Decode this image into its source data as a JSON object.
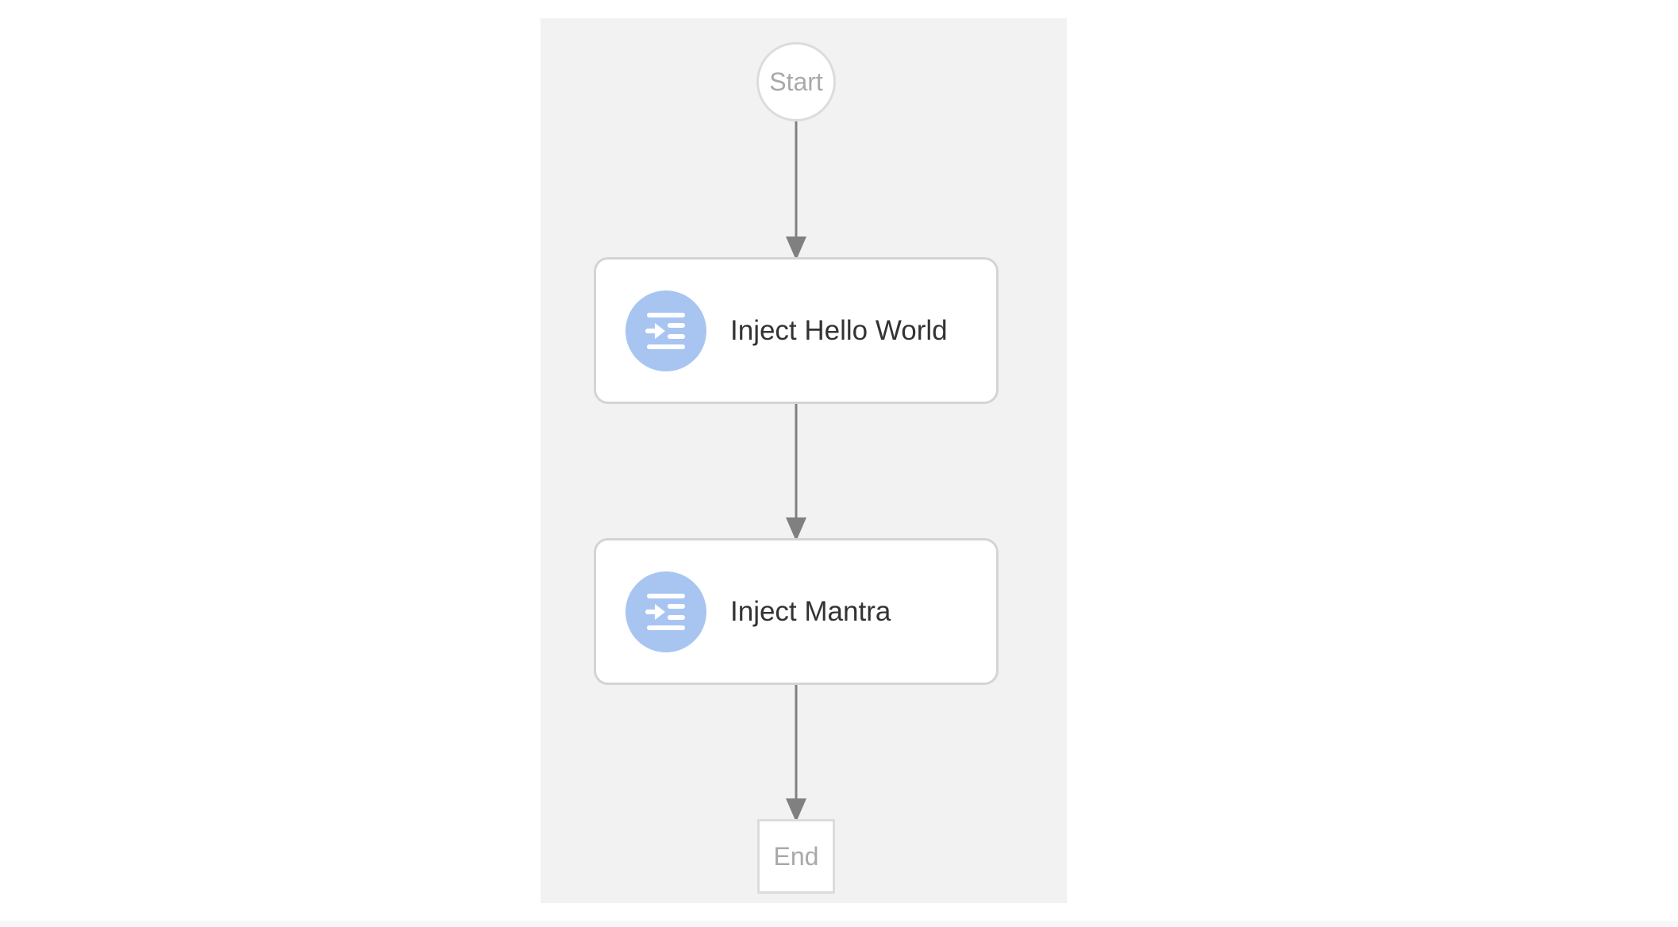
{
  "diagram": {
    "start_label": "Start",
    "end_label": "End",
    "steps": [
      {
        "label": "Inject Hello World",
        "icon": "inject-icon"
      },
      {
        "label": "Inject Mantra",
        "icon": "inject-icon"
      }
    ],
    "colors": {
      "canvas_background": "#f2f2f2",
      "icon_circle": "#a8c5f2",
      "edge": "#808080",
      "node_border": "#d4d4d4"
    }
  }
}
